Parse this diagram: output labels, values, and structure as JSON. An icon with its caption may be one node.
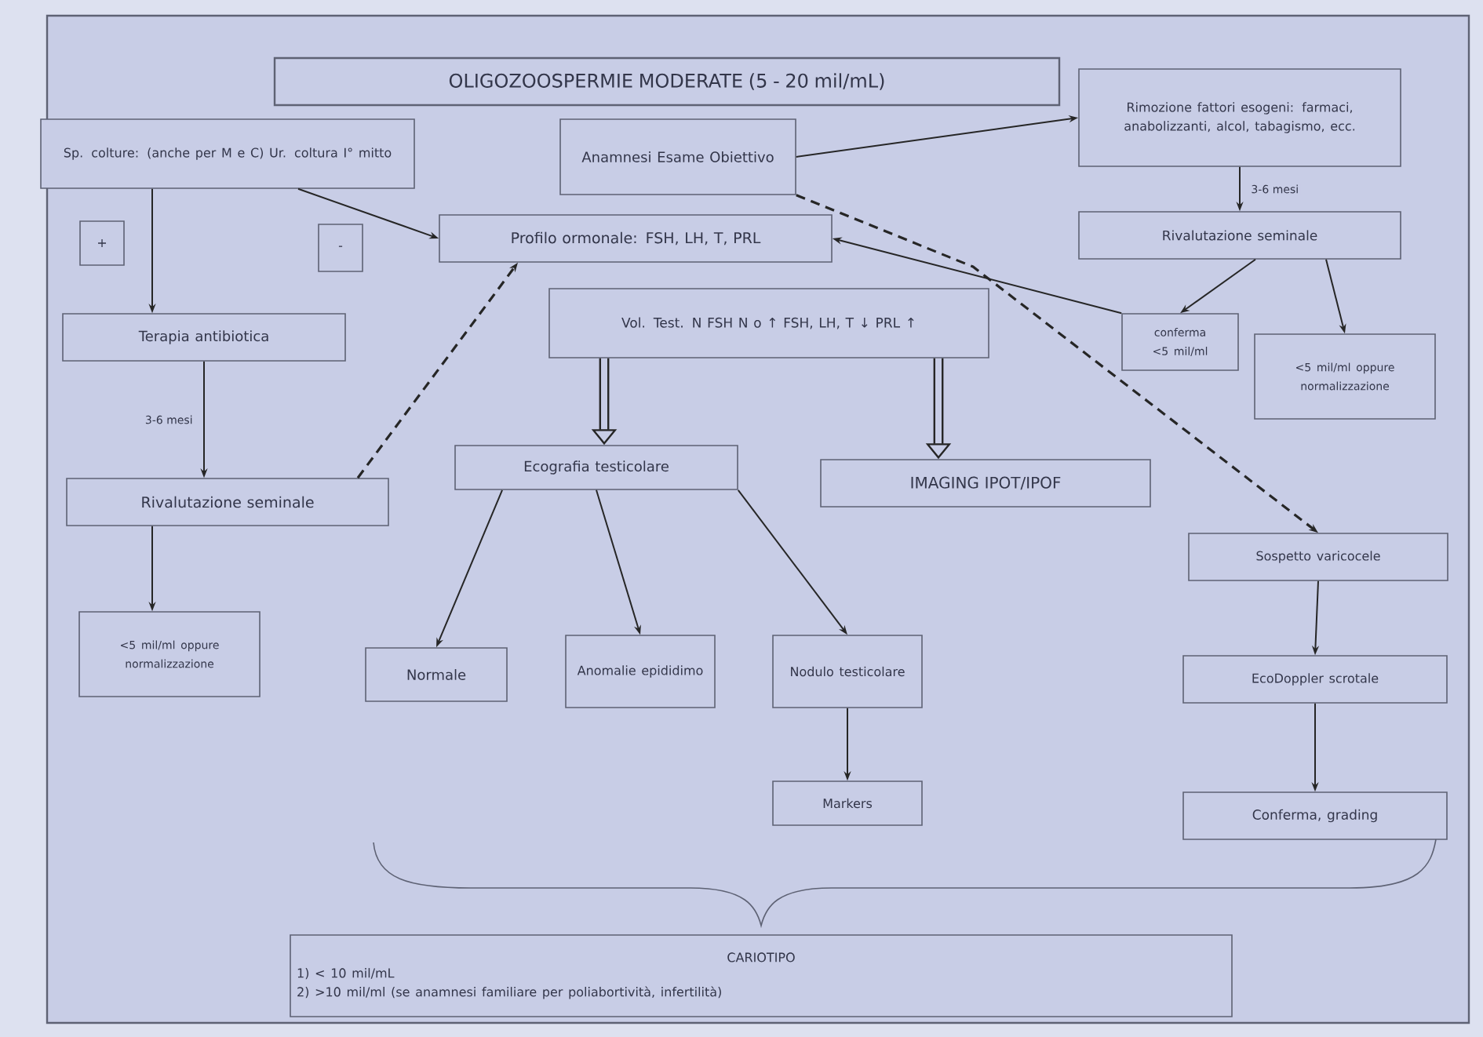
{
  "diagram": {
    "nodes": [
      {
        "text": [
          "OLIGOZOOSPERMIE MODERATE (5 - 20 mil/mL)"
        ]
      },
      {
        "text": [
          "Sp. colture: (anche per M e C) Ur. coltura I° mitto"
        ]
      },
      {
        "text": [
          "+"
        ]
      },
      {
        "text": [
          "-"
        ]
      },
      {
        "text": [
          "Anamnesi Esame Obiettivo"
        ]
      },
      {
        "text": [
          "Rimozione fattori esogeni: farmaci, anabolizzanti, alcol, tabagismo, ecc."
        ]
      },
      {
        "text": [
          "Profilo ormonale: FSH, LH, T, PRL"
        ]
      },
      {
        "text": [
          "Vol. Test. N FSH N o ↑   FSH, LH, T ↓ PRL ↑"
        ]
      },
      {
        "text": [
          "Terapia antibiotica"
        ]
      },
      {
        "text": [
          "Rivalutazione seminale"
        ]
      },
      {
        "text": [
          "conferma <5 mil/ml"
        ]
      },
      {
        "text": [
          "<5 mil/ml oppure normalizzazione"
        ]
      },
      {
        "text": [
          "Rivalutazione seminale"
        ]
      },
      {
        "text": [
          "Ecografia testicolare"
        ]
      },
      {
        "text": [
          "IMAGING IPOT/IPOF"
        ]
      },
      {
        "text": [
          "Sospetto varicocele"
        ]
      },
      {
        "text": [
          "<5 mil/ml oppure normalizzazione"
        ]
      },
      {
        "text": [
          "Normale"
        ]
      },
      {
        "text": [
          "Anomalie epididimo"
        ]
      },
      {
        "text": [
          "Nodulo testicolare"
        ]
      },
      {
        "text": [
          "EcoDoppler scrotale"
        ]
      },
      {
        "text": [
          "Markers"
        ]
      },
      {
        "text": [
          "Conferma, grading"
        ]
      },
      {
        "text": [
          "CARIOTIPO",
          "1) < 10 mil/mL",
          "2) >10 mil/ml (se anamnesi familiare per poliabortività, infertilità)"
        ]
      }
    ],
    "edges": [
      {
        "from": 1,
        "to": 8,
        "arrow": "to"
      },
      {
        "from": 1,
        "to": 6,
        "arrow": "to"
      },
      {
        "from": 4,
        "to": 5,
        "arrow": "to"
      },
      {
        "from": 4,
        "to": 15,
        "arrow": "to",
        "style": "dashed"
      },
      {
        "from": 5,
        "to": 9,
        "arrow": "to",
        "label": "3-6 mesi"
      },
      {
        "from": 9,
        "to": 10,
        "arrow": "to"
      },
      {
        "from": 9,
        "to": 11,
        "arrow": "to"
      },
      {
        "from": 10,
        "to": 6,
        "arrow": "to"
      },
      {
        "from": 8,
        "to": 12,
        "arrow": "to",
        "label": "3-6 mesi"
      },
      {
        "from": 12,
        "to": 6,
        "arrow": "to",
        "style": "dashed"
      },
      {
        "from": 12,
        "to": 16,
        "arrow": "to"
      },
      {
        "from": 7,
        "to": 13,
        "arrow": "to",
        "style": "thick"
      },
      {
        "from": 7,
        "to": 14,
        "arrow": "to",
        "style": "thick"
      },
      {
        "from": 13,
        "to": 17,
        "arrow": "to"
      },
      {
        "from": 13,
        "to": 18,
        "arrow": "to"
      },
      {
        "from": 13,
        "to": 19,
        "arrow": "to"
      },
      {
        "from": 19,
        "to": 21,
        "arrow": "to"
      },
      {
        "from": 15,
        "to": 20,
        "arrow": "to"
      },
      {
        "from": 20,
        "to": 22,
        "arrow": "to"
      }
    ]
  }
}
